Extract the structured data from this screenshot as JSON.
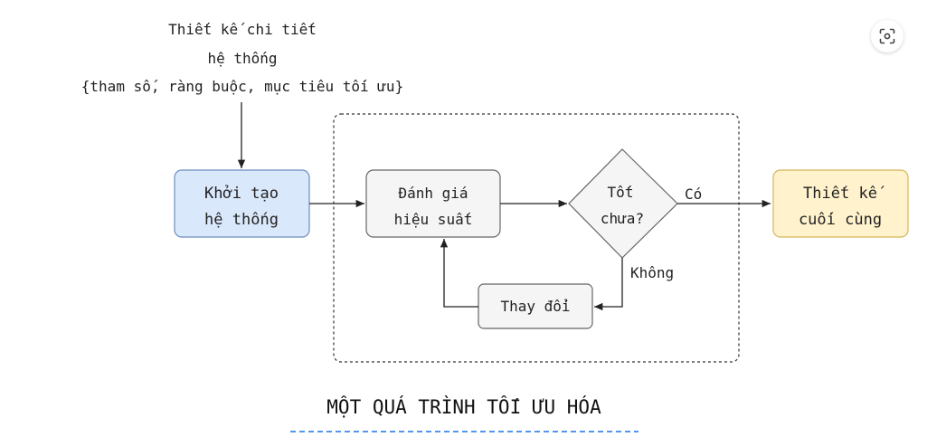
{
  "input_text": {
    "line1": "Thiết kế chi tiết",
    "line2": "hệ thống",
    "line3": "{tham số, ràng buộc, mục tiêu tối ưu}"
  },
  "init_box": {
    "line1": "Khởi tạo",
    "line2": "hệ thống"
  },
  "eval_box": {
    "line1": "Đánh giá",
    "line2": "hiệu suất"
  },
  "decision": {
    "line1": "Tốt",
    "line2": "chưa?"
  },
  "yes_label": "Có",
  "no_label": "Không",
  "change_box": {
    "label": "Thay đổi"
  },
  "final_box": {
    "line1": "Thiết kế",
    "line2": "cuối cùng"
  },
  "title": "MỘT QUÁ TRÌNH TỐI ƯU HÓA",
  "colors": {
    "init_fill": "#dae8fc",
    "init_stroke": "#6c8ebf",
    "gray_fill": "#f5f5f5",
    "gray_stroke": "#666666",
    "final_fill": "#fff2cc",
    "final_stroke": "#d6b656",
    "title_underline": "#1a73e8"
  },
  "icons": {
    "scan": "lens-scan-icon"
  }
}
